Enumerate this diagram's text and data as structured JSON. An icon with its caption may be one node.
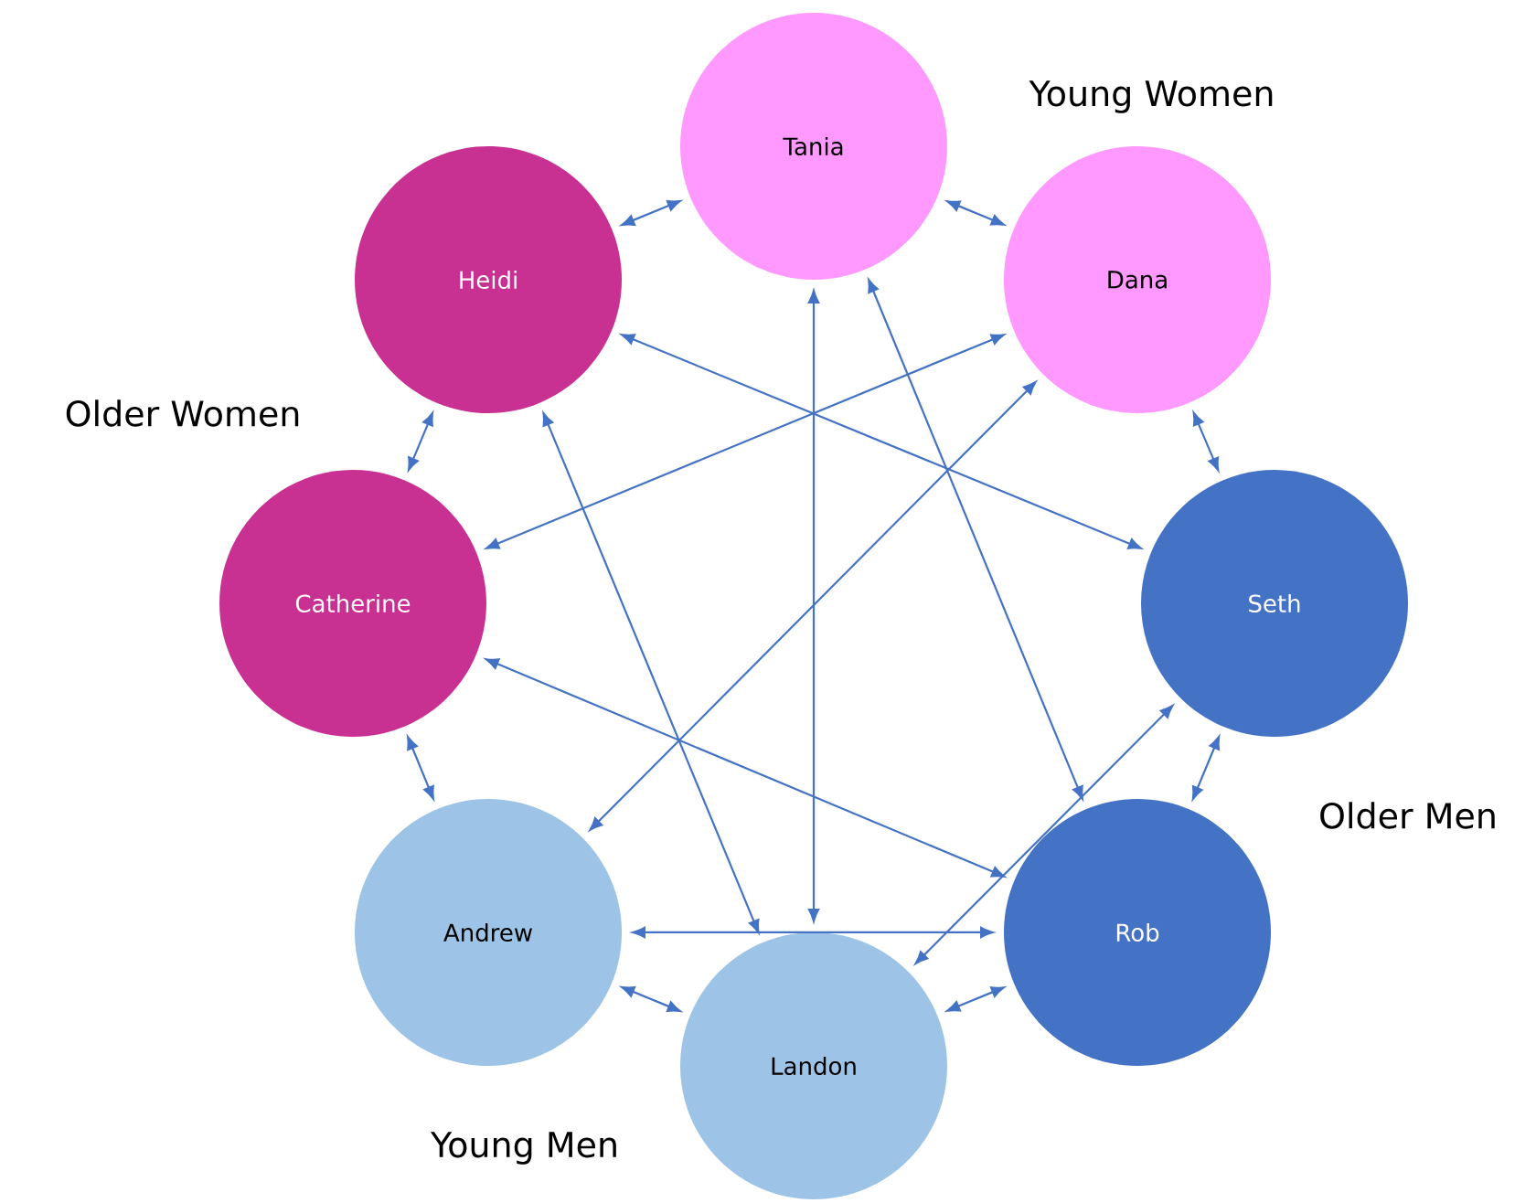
{
  "diagram": {
    "nodes": [
      {
        "text": [
          "Tania"
        ]
      },
      {
        "text": [
          "Heidi"
        ]
      },
      {
        "text": [
          "Dana"
        ]
      },
      {
        "text": [
          "Catherine"
        ]
      },
      {
        "text": [
          "Seth"
        ]
      },
      {
        "text": [
          "Andrew"
        ]
      },
      {
        "text": [
          "Rob"
        ]
      },
      {
        "text": [
          "Landon"
        ]
      }
    ],
    "edges": [
      {
        "from": 0,
        "to": 2,
        "arrow": "both"
      },
      {
        "from": 0,
        "to": 1,
        "arrow": "both"
      },
      {
        "from": 1,
        "to": 3,
        "arrow": "both"
      },
      {
        "from": 2,
        "to": 4,
        "arrow": "both"
      },
      {
        "from": 4,
        "to": 6,
        "arrow": "both"
      },
      {
        "from": 6,
        "to": 7,
        "arrow": "both"
      },
      {
        "from": 7,
        "to": 5,
        "arrow": "both"
      },
      {
        "from": 5,
        "to": 3,
        "arrow": "both"
      },
      {
        "from": 1,
        "to": 4,
        "arrow": "both"
      },
      {
        "from": 2,
        "to": 3,
        "arrow": "both"
      },
      {
        "from": 2,
        "to": 5,
        "arrow": "both"
      },
      {
        "from": 0,
        "to": 7,
        "arrow": "both"
      },
      {
        "from": 0,
        "to": 6,
        "arrow": "both"
      },
      {
        "from": 1,
        "to": 7,
        "arrow": "both"
      },
      {
        "from": 3,
        "to": 6,
        "arrow": "both"
      },
      {
        "from": 5,
        "to": 6,
        "arrow": "both"
      },
      {
        "from": 4,
        "to": 7,
        "arrow": "both"
      }
    ],
    "labels": [
      "Young Women",
      "Older Women",
      "Older Men",
      "Young Men"
    ]
  }
}
